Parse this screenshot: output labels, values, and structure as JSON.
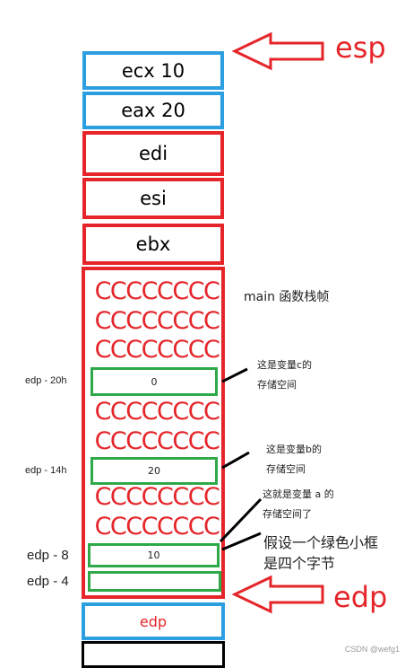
{
  "stack": {
    "ecx_label": "ecx  10",
    "eax_label": "eax  20",
    "edi_label": "edi",
    "esi_label": "esi",
    "ebx_label": "ebx",
    "fill_text": "CCCCCCCC",
    "var_c_value": "0",
    "var_b_value": "20",
    "var_a_value": "10",
    "edp_saved_label": "edp"
  },
  "pointers": {
    "esp": "esp",
    "edp": "edp"
  },
  "offsets": {
    "c": "edp - 20h",
    "b": "edp - 14h",
    "a": "edp - 8",
    "four": "edp - 4"
  },
  "annotations": {
    "frame": "main 函数栈帧",
    "c_line1": "这是变量c的",
    "c_line2": "存储空间",
    "b_line1": "这是变量b的",
    "b_line2": "存储空间",
    "a_line1": "这就是变量 a 的",
    "a_line2": "存储空间了",
    "box_line1": "假设一个绿色小框",
    "box_line2": "是四个字节"
  },
  "watermark": "CSDN @wefg1",
  "colors": {
    "red": "#e5252a",
    "blue": "#2b9fe0",
    "green": "#2fa84a"
  }
}
